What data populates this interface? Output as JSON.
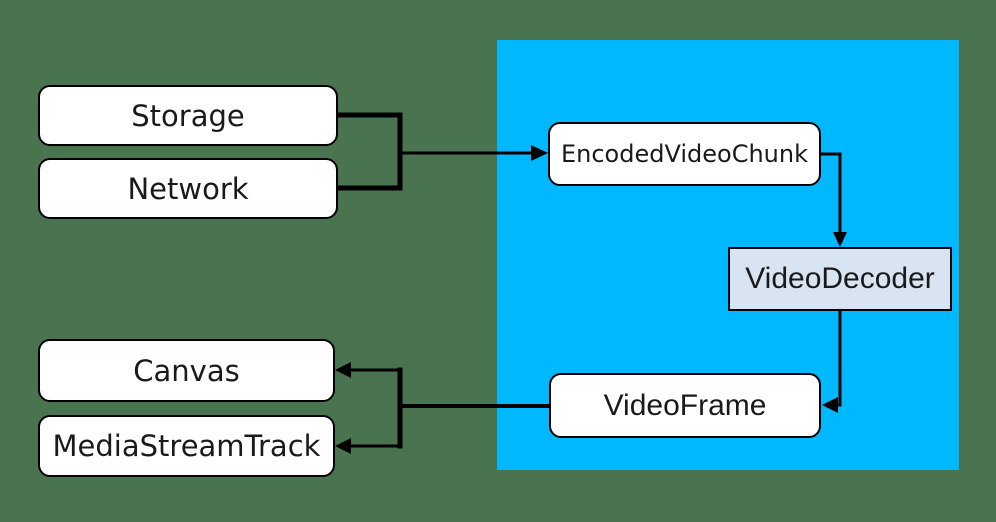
{
  "diagram": {
    "type": "flow-diagram",
    "nodes": {
      "storage": {
        "label": "Storage"
      },
      "network": {
        "label": "Network"
      },
      "encoded_video_chunk": {
        "label": "EncodedVideoChunk"
      },
      "video_decoder": {
        "label": "VideoDecoder"
      },
      "video_frame": {
        "label": "VideoFrame"
      },
      "canvas": {
        "label": "Canvas"
      },
      "media_stream_track": {
        "label": "MediaStreamTrack"
      }
    },
    "edges": [
      {
        "from": "Storage",
        "to": "EncodedVideoChunk"
      },
      {
        "from": "Network",
        "to": "EncodedVideoChunk"
      },
      {
        "from": "EncodedVideoChunk",
        "to": "VideoDecoder"
      },
      {
        "from": "VideoDecoder",
        "to": "VideoFrame"
      },
      {
        "from": "VideoFrame",
        "to": "Canvas"
      },
      {
        "from": "VideoFrame",
        "to": "MediaStreamTrack"
      }
    ],
    "colors": {
      "background": "#4A7350",
      "panel": "#00B8FF",
      "node_fill": "#FFFFFF",
      "decoder_fill": "#D9E4F3",
      "stroke": "#000000",
      "text": "#1A1A1A"
    }
  }
}
